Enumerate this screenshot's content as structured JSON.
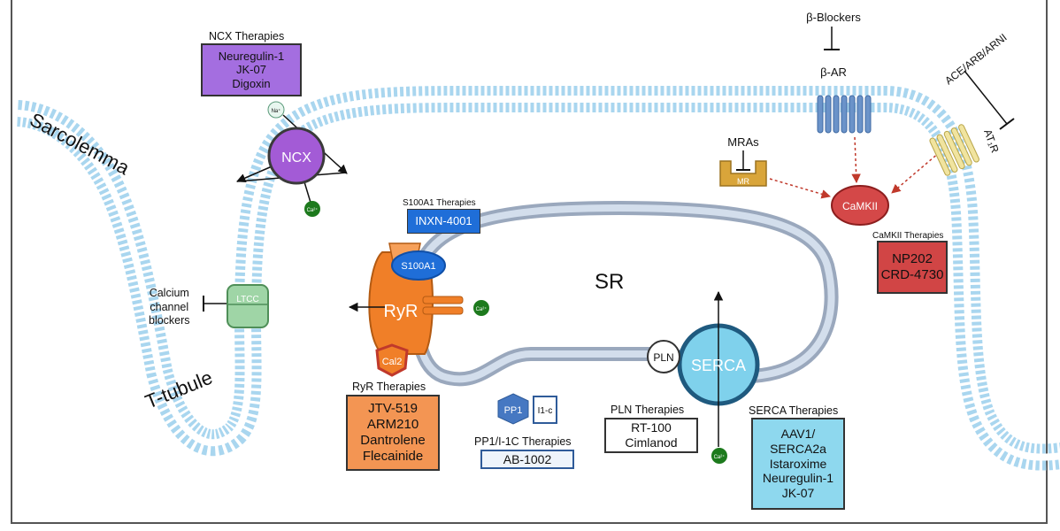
{
  "labels": {
    "sarcolemma": "Sarcolemma",
    "t_tubule": "T-tubule",
    "sr": "SR",
    "ncx": "NCX",
    "na_ion": "Na⁺",
    "ca_ion": "Ca²⁺",
    "ltcc": "LTCC",
    "ryr": "RyR",
    "s100a1": "S100A1",
    "cal2": "Cal2",
    "pln": "PLN",
    "serca": "SERCA",
    "pp1": "PP1",
    "i1c": "I1-c",
    "camkii": "CaMKII",
    "mr": "MR",
    "mras": "MRAs",
    "beta_ar": "β-AR",
    "beta_blockers": "β-Blockers",
    "at1r": "AT₁R",
    "ace_arb_arni": "ACE/ARB/ARNI",
    "ccb_line1": "Calcium",
    "ccb_line2": "channel",
    "ccb_line3": "blockers"
  },
  "therapies": {
    "ncx": {
      "title": "NCX Therapies",
      "items": [
        "Neuregulin-1",
        "JK-07",
        "Digoxin"
      ],
      "color": "#a46ee0"
    },
    "s100a1": {
      "title": "S100A1 Therapies",
      "items": [
        "INXN-4001"
      ],
      "color": "#1f6ed8"
    },
    "camkii": {
      "title": "CaMKII Therapies",
      "items": [
        "NP202",
        "CRD-4730"
      ],
      "color": "#d14545"
    },
    "ryr": {
      "title": "RyR Therapies",
      "items": [
        "JTV-519",
        "ARM210",
        "Dantrolene",
        "Flecainide"
      ],
      "color": "#f39553"
    },
    "pp1": {
      "title": "PP1/I-1C Therapies",
      "items": [
        "AB-1002"
      ],
      "color": "#eef4fb"
    },
    "pln": {
      "title": "PLN Therapies",
      "items": [
        "RT-100",
        "Cimlanod"
      ],
      "color": "#ffffff"
    },
    "serca": {
      "title": "SERCA Therapies",
      "items": [
        "AAV1/",
        "SERCA2a",
        "Istaroxime",
        "Neuregulin-1",
        "JK-07"
      ],
      "color": "#8ed8ee"
    }
  },
  "colors": {
    "membrane": "#a9d6ef",
    "sr_membrane": "#9aa8bd",
    "ncx": "#a35bd6",
    "ryr": "#f07f28",
    "serca": "#7fd1ec",
    "camkii": "#d44848",
    "mr": "#d9a53a",
    "beta_ar": "#6b93c9",
    "at1r": "#f1e49f",
    "ltcc": "#9fd5a6",
    "calcium_ion": "#1d7a1d"
  }
}
